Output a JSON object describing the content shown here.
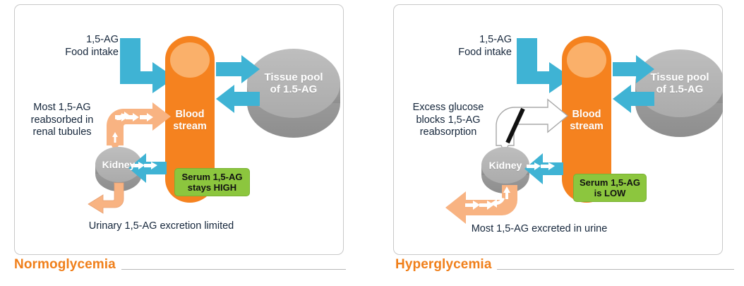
{
  "figure": {
    "type": "diagram",
    "subject": "1,5-AG metabolism under normoglycemia vs hyperglycemia",
    "colors": {
      "blood_orange": "#F5821F",
      "blood_orange_light": "#FAB06A",
      "flow_blue": "#3FB3D4",
      "flow_peach": "#F8B382",
      "organ_gray": "#B2B2B2",
      "organ_gray_dark": "#9A9A9A",
      "badge_green": "#8CC63E",
      "title_orange": "#F07F1A",
      "label_navy": "#15263b",
      "panel_border": "#c9c9c9"
    }
  },
  "panels": [
    {
      "id": "normoglycemia",
      "title": "Normoglycemia",
      "labels": {
        "food_intake": "1,5-AG\nFood intake",
        "reabsorption": "Most 1,5-AG\nreabsorbed in\nrenal tubules",
        "excretion": "Urinary 1,5-AG excretion limited"
      },
      "shapes": {
        "bloodstream": "Blood\nstream",
        "tissue_pool": "Tissue pool\nof 1.5-AG",
        "kidney": "Kidney"
      },
      "badge": "Serum 1,5-AG\nstays HIGH",
      "flows": {
        "intake": "blue curved arrow from food intake into bloodstream",
        "tissue_out": "blue arrow bloodstream to tissue pool",
        "tissue_in": "blue arrow tissue pool to bloodstream",
        "filtration": "blue arrow bloodstream to kidney",
        "reabsorption": "large peach curved arrow kidney to bloodstream",
        "urine": "small peach curved arrow kidney to urine"
      }
    },
    {
      "id": "hyperglycemia",
      "title": "Hyperglycemia",
      "labels": {
        "food_intake": "1,5-AG\nFood intake",
        "reabsorption": "Excess glucose\nblocks 1,5-AG\nreabsorption",
        "excretion": "Most 1,5-AG excreted in urine"
      },
      "shapes": {
        "bloodstream": "Blood\nstream",
        "tissue_pool": "Tissue pool\nof 1.5-AG",
        "kidney": "Kidney"
      },
      "badge": "Serum 1,5-AG\nis LOW",
      "flows": {
        "intake": "blue curved arrow from food intake into bloodstream",
        "tissue_out": "blue arrow bloodstream to tissue pool",
        "tissue_in": "blue arrow tissue pool to bloodstream",
        "filtration": "blue arrow bloodstream to kidney",
        "reabsorption": "white outlined curved arrow kidney to bloodstream, blocked by black slash",
        "urine": "large peach curved arrow kidney to urine"
      }
    }
  ]
}
